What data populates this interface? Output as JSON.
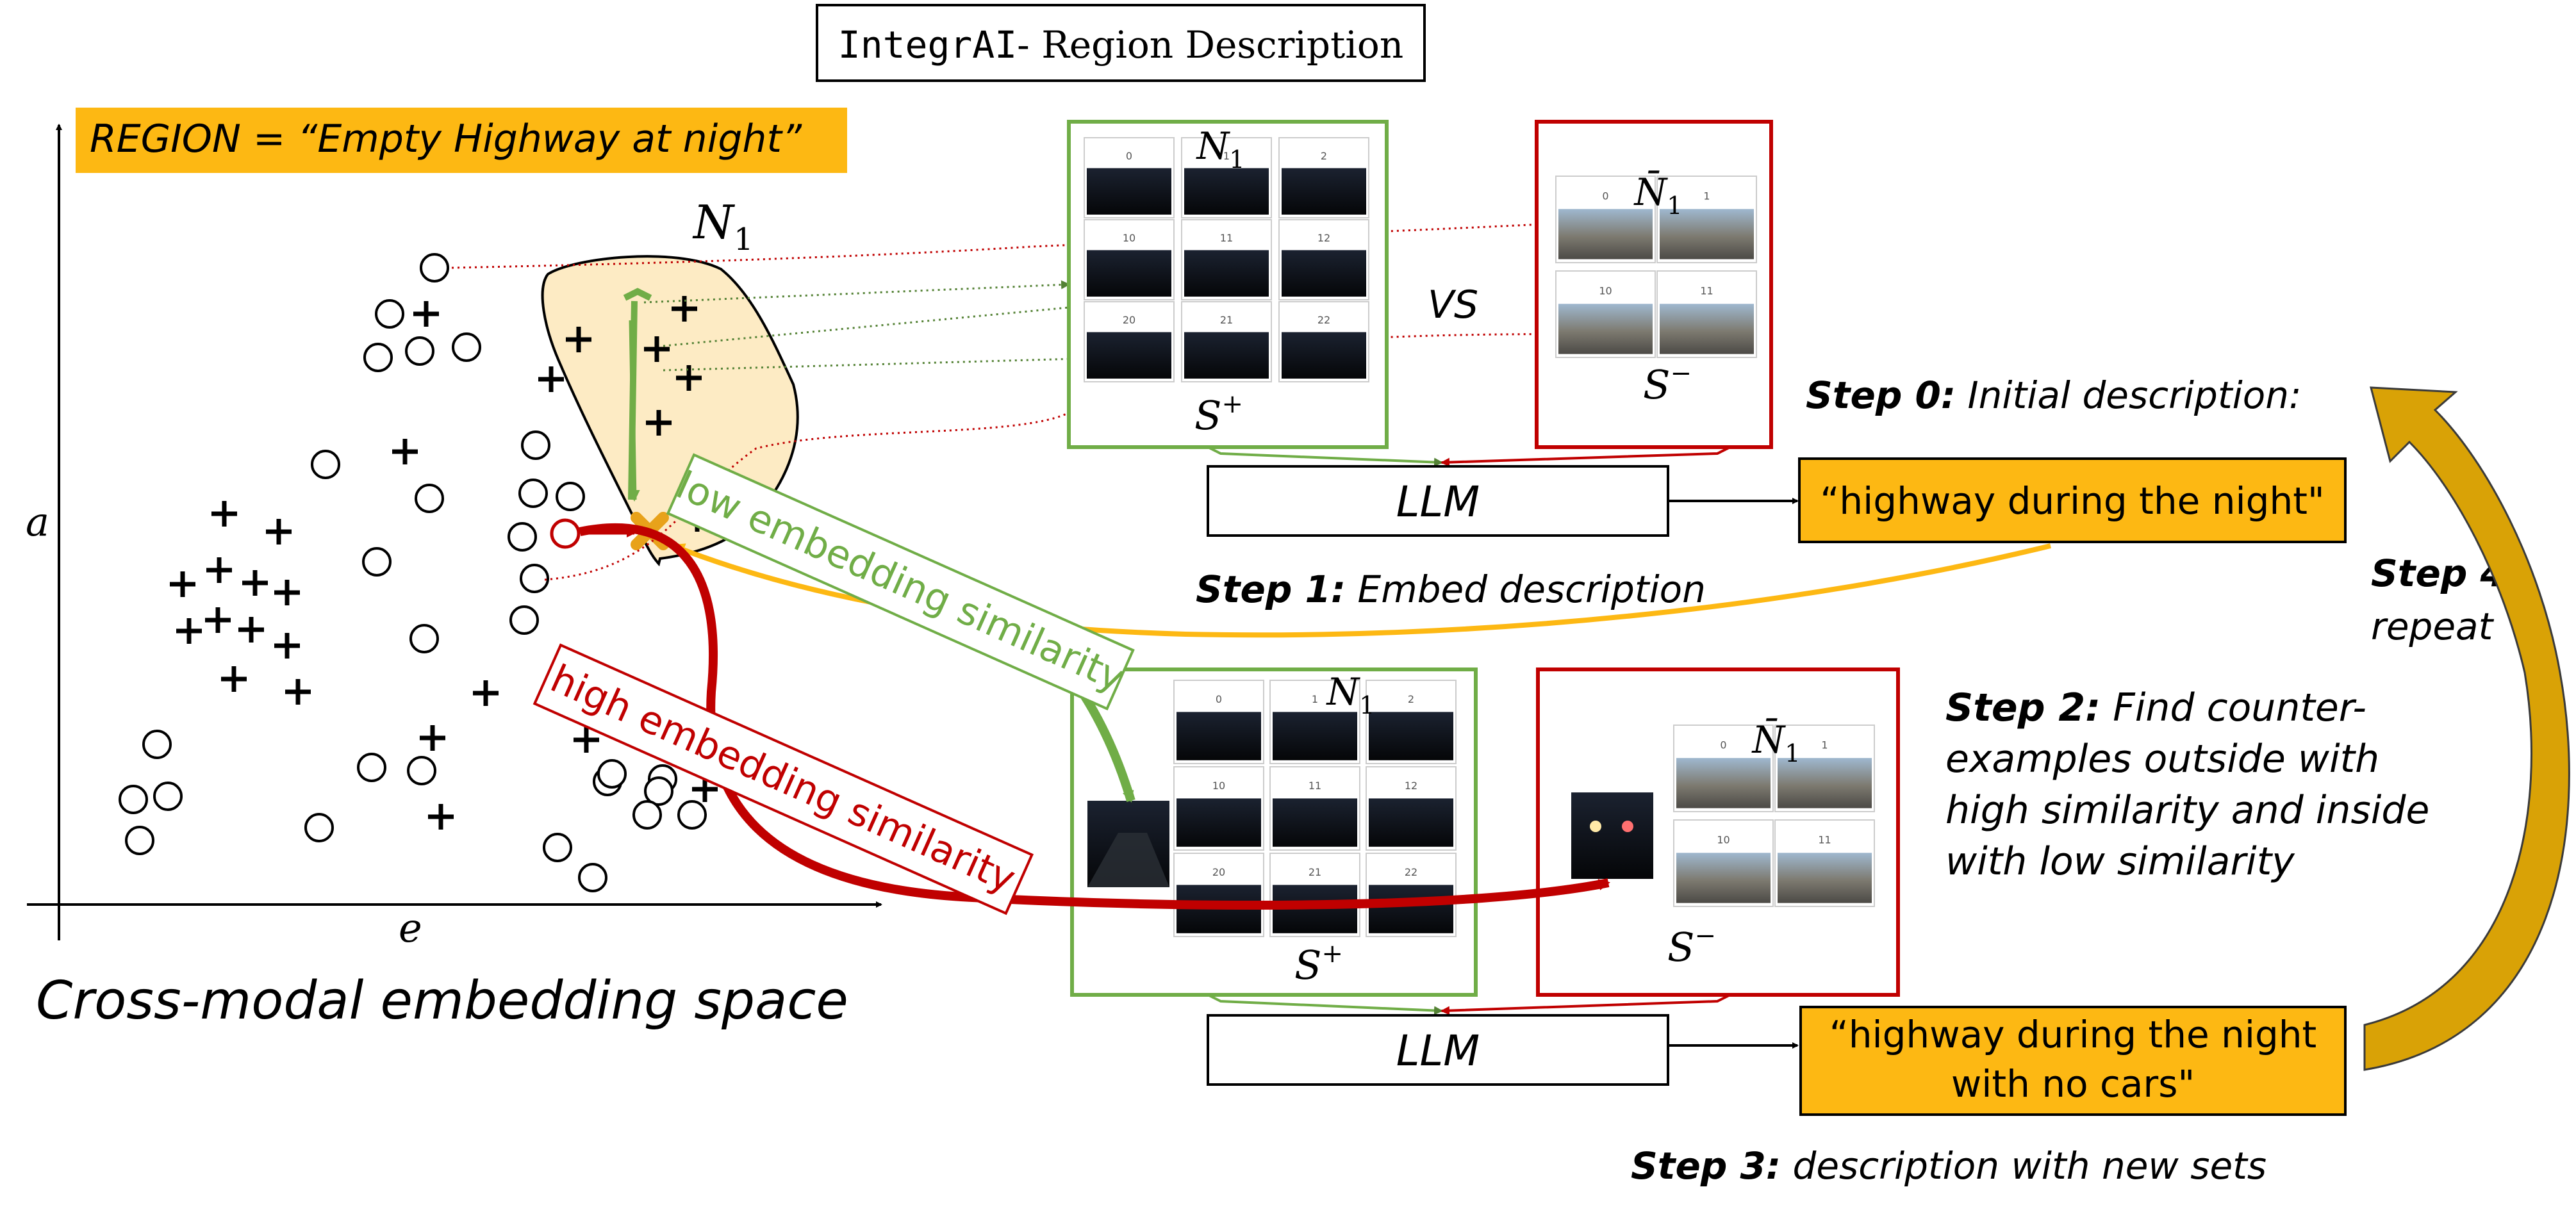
{
  "title": {
    "code": "IntegrAI",
    "rest": "- Region Description"
  },
  "region_label": "REGION = “Empty Highway at night”",
  "axis": {
    "y": "a",
    "x": "e"
  },
  "space_caption": "Cross-modal embedding space",
  "region_name": {
    "base": "N",
    "sub": "1"
  },
  "edge_labels": {
    "low": "low embedding similarity",
    "high": "high embedding similarity"
  },
  "vs": "VS",
  "panels": {
    "pos_name": {
      "base": "N",
      "sub": "1"
    },
    "neg_name": {
      "base": "N̄",
      "sub": "1"
    },
    "pos_set": {
      "base": "S",
      "sup": "+"
    },
    "neg_set": {
      "base": "S",
      "sup": "−"
    },
    "pos_thumb_ids": [
      "0",
      "1",
      "2",
      "10",
      "11",
      "12",
      "20",
      "21",
      "22"
    ],
    "neg_thumb_ids": [
      "0",
      "1",
      "10",
      "11"
    ]
  },
  "llm": "LLM",
  "outputs": {
    "first": "“highway during the night\"",
    "second_line1": "“highway during the night",
    "second_line2": "with no cars\""
  },
  "steps": {
    "s0_bold": "Step 0:",
    "s0_text": " Initial description:",
    "s1_bold": "Step 1:",
    "s1_text": " Embed description",
    "s2_bold": "Step 2:",
    "s2_line1": " Find counter-",
    "s2_line2": "examples outside with",
    "s2_line3": "high similarity and inside",
    "s2_line4": "with low similarity",
    "s3_bold": "Step 3:",
    "s3_text": " description with new sets",
    "s4_bold": "Step 4:",
    "s4_text": "repeat"
  },
  "colors": {
    "orange": "#fdb813",
    "region_fill": "#fdebc4",
    "green": "#70ad47",
    "dark_green": "#548235",
    "red": "#c00000",
    "gold_arrow": "#d4a010"
  }
}
